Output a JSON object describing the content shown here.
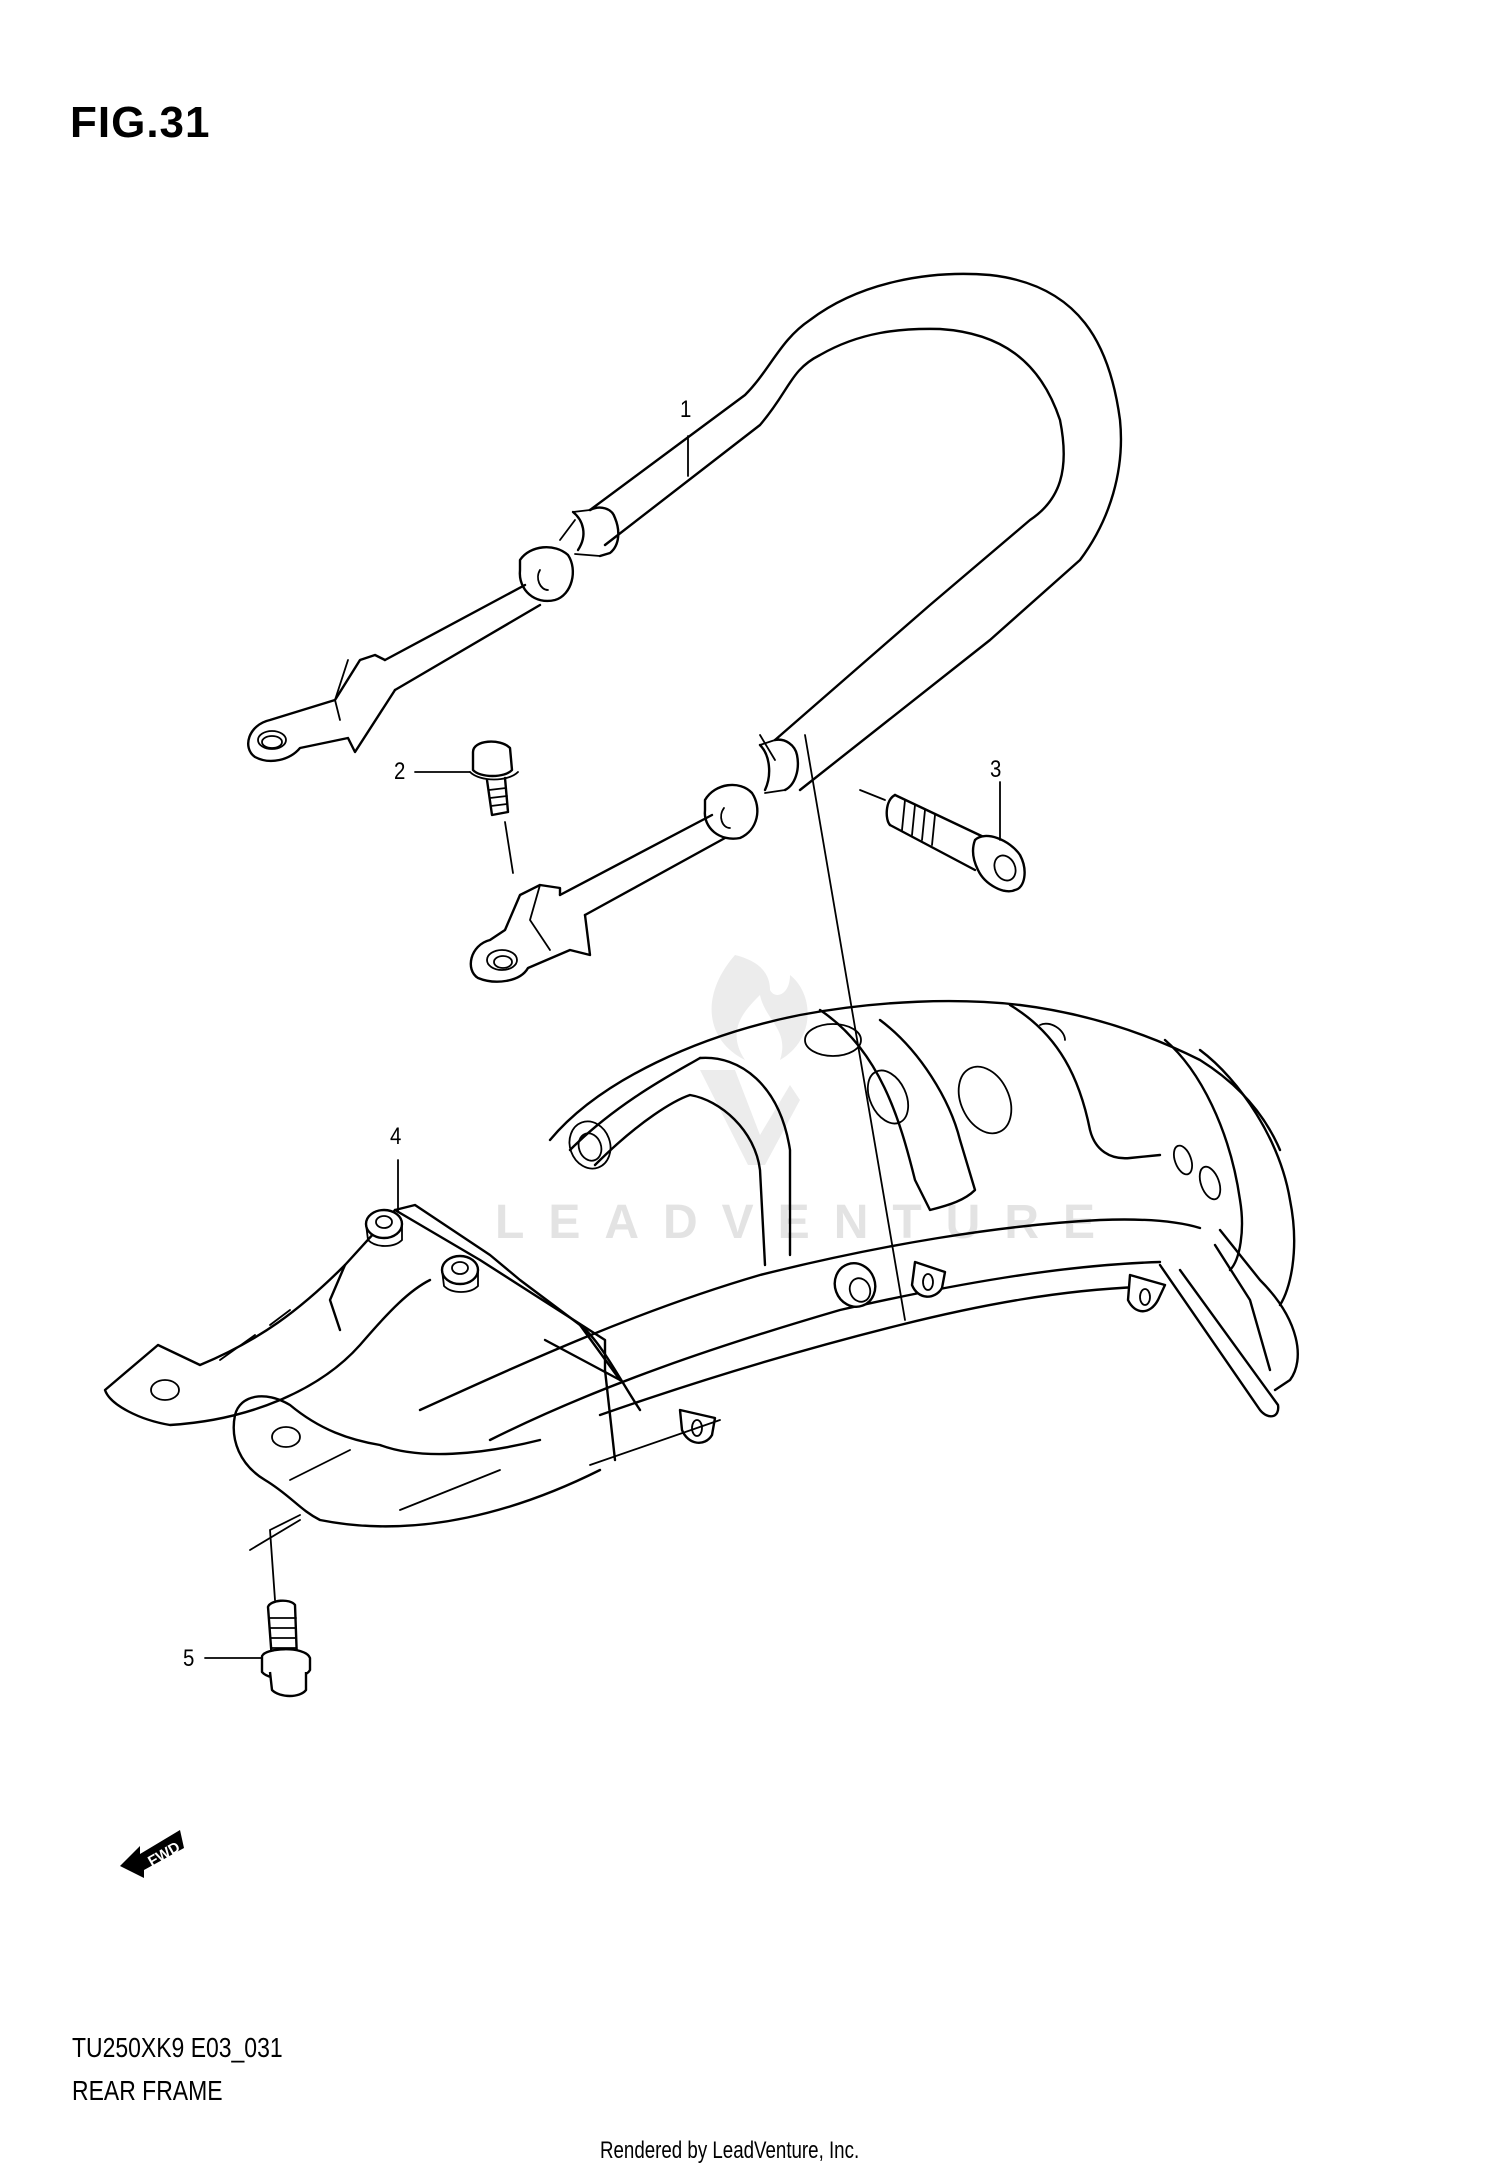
{
  "figure": {
    "title": "FIG.31",
    "model_code": "TU250XK9 E03_031",
    "section_name": "REAR FRAME"
  },
  "callouts": [
    {
      "number": "1",
      "part": "pillion-handle"
    },
    {
      "number": "2",
      "part": "bolt"
    },
    {
      "number": "3",
      "part": "socket-cap-bolt"
    },
    {
      "number": "4",
      "part": "rear-frame"
    },
    {
      "number": "5",
      "part": "flange-bolt"
    }
  ],
  "direction_indicator": {
    "label": "FWD",
    "icon": "forward-arrow-icon"
  },
  "watermark": {
    "text": "LEADVENTURE",
    "icon": "leadventure-logo-icon",
    "color": "#e3e3e3"
  },
  "footer": {
    "rendered_by": "Rendered by LeadVenture, Inc."
  }
}
